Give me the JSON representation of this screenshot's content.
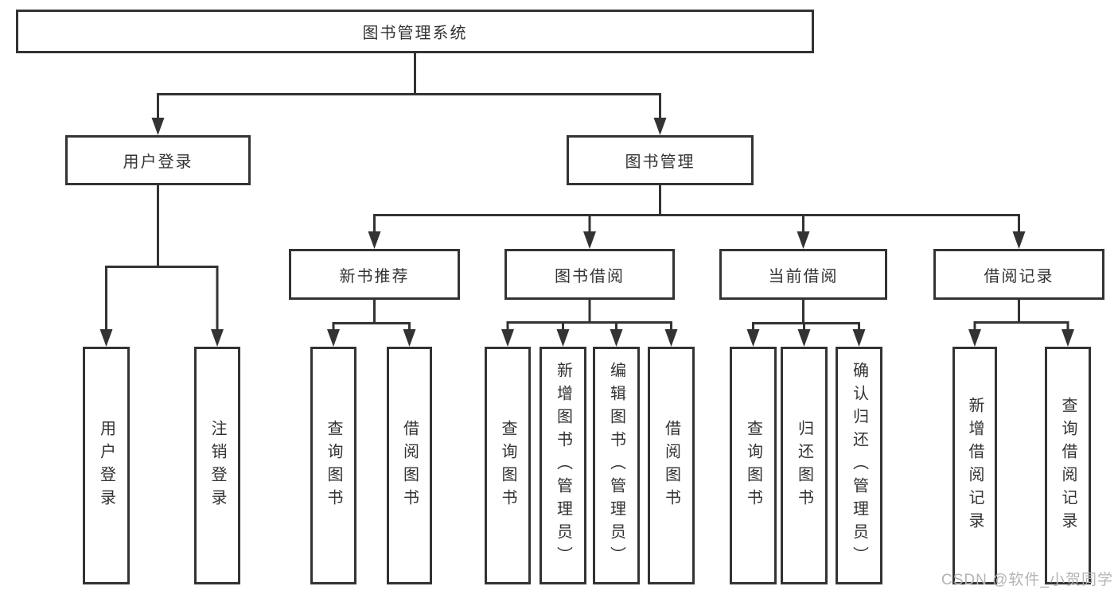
{
  "diagram": {
    "root": {
      "label": "图书管理系统",
      "children": [
        {
          "label": "用户登录",
          "children": [
            {
              "label": "用户登录"
            },
            {
              "label": "注销登录"
            }
          ]
        },
        {
          "label": "图书管理",
          "children": [
            {
              "label": "新书推荐",
              "children": [
                {
                  "label": "查询图书"
                },
                {
                  "label": "借阅图书"
                }
              ]
            },
            {
              "label": "图书借阅",
              "children": [
                {
                  "label": "查询图书"
                },
                {
                  "label": "新增图书（管理员）"
                },
                {
                  "label": "编辑图书（管理员）"
                },
                {
                  "label": "借阅图书"
                }
              ]
            },
            {
              "label": "当前借阅",
              "children": [
                {
                  "label": "查询图书"
                },
                {
                  "label": "归还图书"
                },
                {
                  "label": "确认归还（管理员）"
                }
              ]
            },
            {
              "label": "借阅记录",
              "children": [
                {
                  "label": "新增借阅记录"
                },
                {
                  "label": "查询借阅记录"
                }
              ]
            }
          ]
        }
      ]
    },
    "watermark": "CSDN @软件_小贺同学",
    "colors": {
      "line": "#333333",
      "background": "#ffffff",
      "watermark_text": "#b4b4b4"
    }
  }
}
